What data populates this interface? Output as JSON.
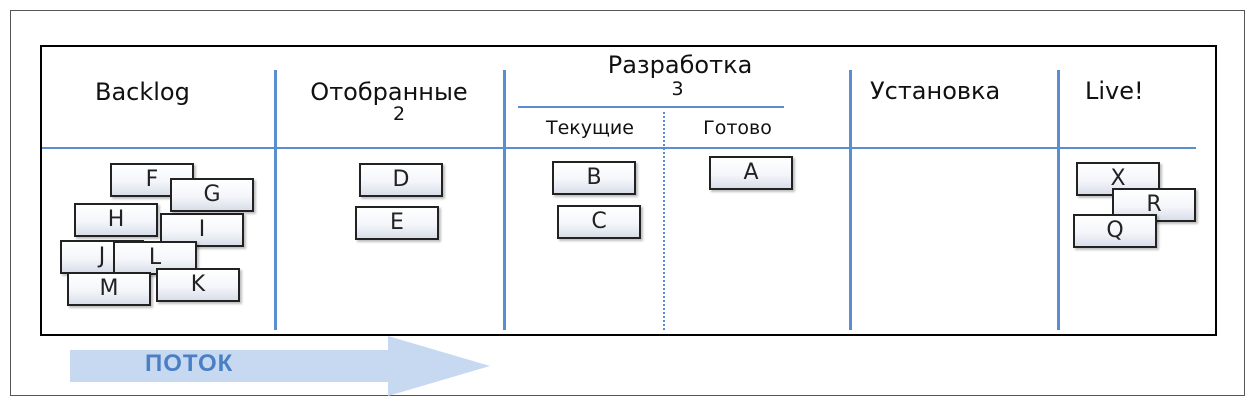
{
  "columns": {
    "backlog": {
      "title": "Backlog"
    },
    "selected": {
      "title": "Отобранные",
      "limit": "2"
    },
    "development": {
      "title": "Разработка",
      "limit": "3",
      "sub_current": "Текущие",
      "sub_done": "Готово"
    },
    "deploy": {
      "title": "Установка"
    },
    "live": {
      "title": "Live!"
    }
  },
  "cards": {
    "backlog": [
      "F",
      "G",
      "H",
      "I",
      "J",
      "L",
      "M",
      "K"
    ],
    "selected": [
      "D",
      "E"
    ],
    "dev_current": [
      "B",
      "C"
    ],
    "dev_done": [
      "A"
    ],
    "live": [
      "X",
      "R",
      "Q"
    ]
  },
  "flow": {
    "label": "ПОТОК"
  },
  "colors": {
    "divider": "#5b8ed0",
    "arrow": "#c6d9f1",
    "arrow_text": "#4a7fc5"
  }
}
